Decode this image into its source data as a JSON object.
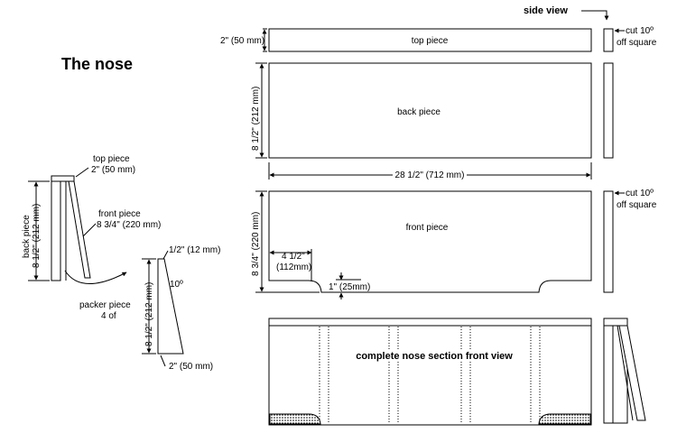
{
  "title": "The nose",
  "side_view": "side view",
  "labels": {
    "top_piece": "top piece",
    "back_piece": "back piece",
    "front_piece": "front piece",
    "complete": "complete nose section front view",
    "packer_piece": "packer piece",
    "packer_count": "4 of"
  },
  "dims": {
    "two_in": "2\" (50 mm)",
    "eight_half": "8 1/2\" (212 mm)",
    "eight_3q": "8 3/4\" (220 mm)",
    "twenty8_half": "28 1/2\" (712 mm)",
    "four_half": "4 1/2\"",
    "mm112": "(112mm)",
    "one_in": "1\" (25mm)",
    "half_in": "1/2\" (12 mm)",
    "ten_deg": "10º"
  },
  "notes": {
    "cut10": "cut 10º",
    "off_square": "off square"
  }
}
